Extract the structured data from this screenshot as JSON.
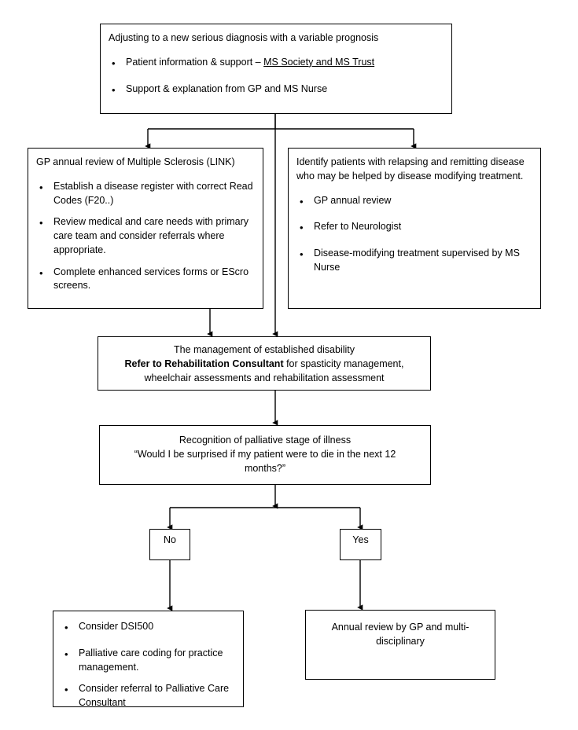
{
  "diagram": {
    "title": "Multiple Sclerosis care pathway flowchart",
    "line_color": "#000000",
    "box_fill": "#ffffff",
    "text_color": "#000000"
  },
  "nodes": {
    "adjusting": {
      "heading": "Adjusting to a new serious diagnosis with a variable prognosis",
      "bullets": [
        {
          "prefix": "Patient information & support – ",
          "link": "MS Society and MS Trust"
        },
        {
          "prefix": "Support & explanation from GP and MS Nurse",
          "link": ""
        }
      ]
    },
    "gp_annual_review": {
      "heading": "GP annual review of Multiple Sclerosis (LINK)",
      "bullets": [
        "Establish a disease register with correct Read Codes (F20..)",
        "Review medical and care needs with primary care team and consider referrals where appropriate.",
        "Complete enhanced services forms or EScro screens."
      ]
    },
    "identify_patients": {
      "heading": "Identify patients with relapsing and remitting disease who may be helped by disease modifying treatment.",
      "bullets": [
        "GP annual review",
        "Refer to Neurologist",
        "Disease-modifying treatment supervised by MS Nurse"
      ]
    },
    "established_disability": {
      "line1": "The management of established disability",
      "line2_bold": "Refer to Rehabilitation Consultant",
      "line2_rest": " for spasticity management,",
      "line3": "wheelchair assessments and rehabilitation assessment"
    },
    "palliative_recognition": {
      "line1": "Recognition of palliative stage of illness",
      "line2": "“Would I be surprised if my patient were to die in the next 12 months?”"
    },
    "decision_no": {
      "label": "No"
    },
    "decision_yes": {
      "label": "Yes"
    },
    "palliative_actions": {
      "bullets": [
        "Consider DSI500",
        "Palliative care coding for practice management.",
        "Consider referral to Palliative Care Consultant"
      ]
    },
    "annual_review_mdt": {
      "text": "Annual review by GP and multi-disciplinary"
    }
  },
  "glyphs": {
    "bullet": "•"
  }
}
